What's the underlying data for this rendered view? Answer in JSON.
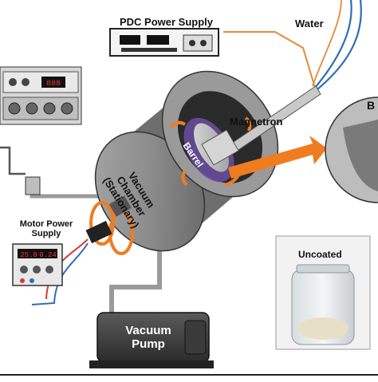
{
  "labels": {
    "pdc_power_supply": "PDC Power Supply",
    "water": "Water",
    "magnetron": "Magnetron",
    "barrel": "Barrel",
    "vacuum_chamber": [
      "Vacuum",
      "Chamber",
      "(Stationary)"
    ],
    "motor_power_supply": [
      "Motor Power",
      "Supply"
    ],
    "vacuum_pump": [
      "Vacuum",
      "Pump"
    ],
    "uncoated": "Uncoated",
    "inset_barrel_partial": "B"
  },
  "displays": {
    "rack_top": "888",
    "motor_readout_left": "25.0",
    "motor_readout_right": "0.24"
  },
  "colors": {
    "orange_arrow": "#f07c20",
    "chamber_gray": "#8a8a8a",
    "blue_tube": "#2f6db5",
    "orange_tube": "#e38a3a",
    "red_wire": "#d23a3a",
    "purple_glow": "#7a3fb3"
  }
}
